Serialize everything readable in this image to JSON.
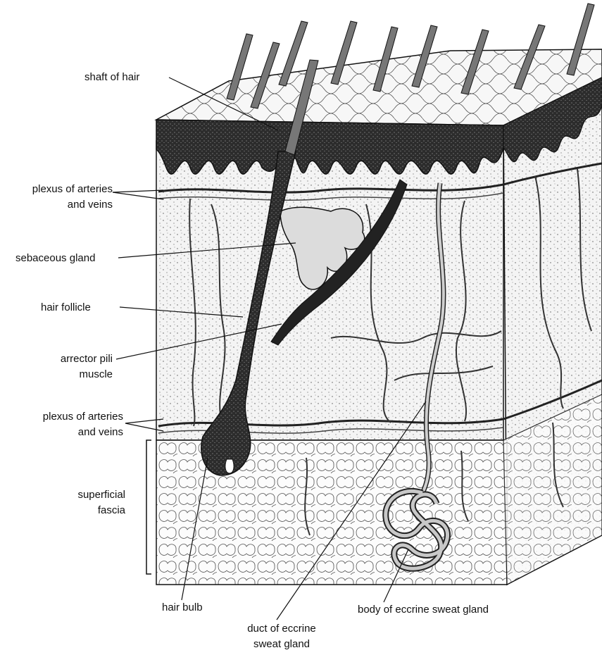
{
  "labels": {
    "shaft_of_hair": "shaft of hair",
    "plexus_upper_1": "plexus of arteries",
    "plexus_upper_2": "and veins",
    "sebaceous_gland": "sebaceous gland",
    "hair_follicle": "hair follicle",
    "arrector_1": "arrector pili",
    "arrector_2": "muscle",
    "plexus_lower_1": "plexus of arteries",
    "plexus_lower_2": "and veins",
    "fascia_1": "superficial",
    "fascia_2": "fascia",
    "hair_bulb": "hair bulb",
    "duct_1": "duct of eccrine",
    "duct_2": "sweat gland",
    "body_gland": "body of eccrine sweat gland"
  },
  "colors": {
    "ink": "#111111",
    "epidermis": "#2a2a2a",
    "dermis": "#f2f2f2",
    "fat": "#fbfbfb",
    "hair": "#5a5a5a",
    "gland": "#bfbfbf"
  }
}
